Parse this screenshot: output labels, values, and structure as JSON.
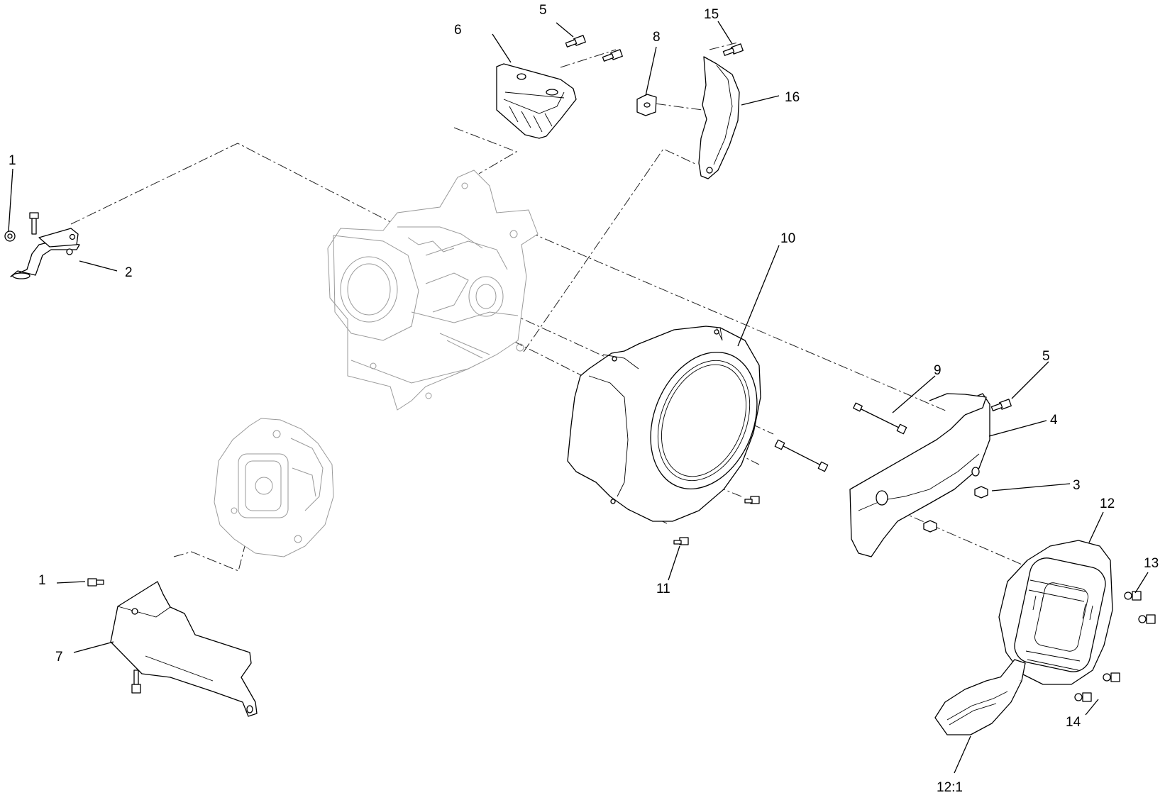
{
  "callouts": [
    {
      "key": "c1a",
      "label": "1"
    },
    {
      "key": "c1b",
      "label": "1"
    },
    {
      "key": "c2",
      "label": "2"
    },
    {
      "key": "c3",
      "label": "3"
    },
    {
      "key": "c4",
      "label": "4"
    },
    {
      "key": "c5a",
      "label": "5"
    },
    {
      "key": "c5b",
      "label": "5"
    },
    {
      "key": "c6",
      "label": "6"
    },
    {
      "key": "c7",
      "label": "7"
    },
    {
      "key": "c8",
      "label": "8"
    },
    {
      "key": "c9",
      "label": "9"
    },
    {
      "key": "c10",
      "label": "10"
    },
    {
      "key": "c11",
      "label": "11"
    },
    {
      "key": "c12",
      "label": "12"
    },
    {
      "key": "c12_1",
      "label": "12:1"
    },
    {
      "key": "c13",
      "label": "13"
    },
    {
      "key": "c14",
      "label": "14"
    },
    {
      "key": "c15",
      "label": "15"
    },
    {
      "key": "c16",
      "label": "16"
    }
  ]
}
